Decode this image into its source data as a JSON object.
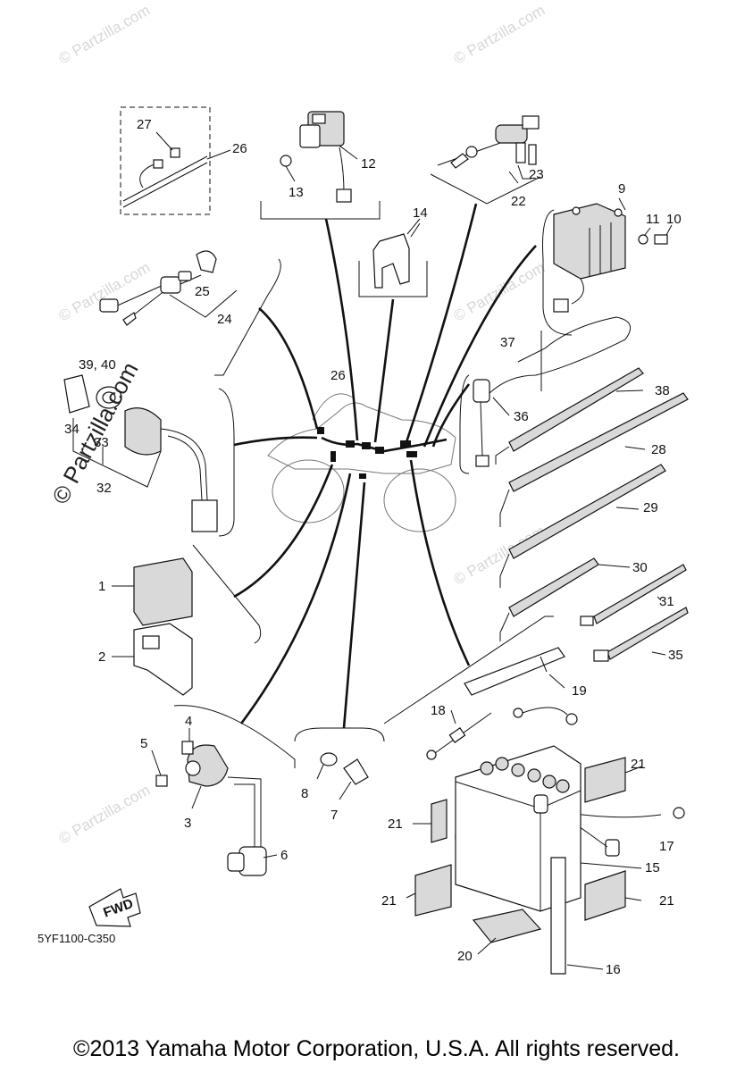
{
  "watermark": {
    "small": "© Partzilla.com",
    "large": "© Partzilla.com"
  },
  "fwd_badge": "FWD",
  "drawing_code": "5YF1100-C350",
  "copyright": "©2013 Yamaha Motor Corporation, U.S.A. All rights reserved.",
  "callouts": [
    "1",
    "2",
    "3",
    "4",
    "5",
    "6",
    "7",
    "8",
    "9",
    "10",
    "11",
    "12",
    "13",
    "14",
    "15",
    "16",
    "17",
    "18",
    "19",
    "20",
    "21",
    "21",
    "21",
    "21",
    "21",
    "22",
    "23",
    "24",
    "25",
    "26",
    "26",
    "27",
    "28",
    "29",
    "30",
    "31",
    "32",
    "33",
    "34",
    "35",
    "36",
    "37",
    "38",
    "39, 40"
  ]
}
